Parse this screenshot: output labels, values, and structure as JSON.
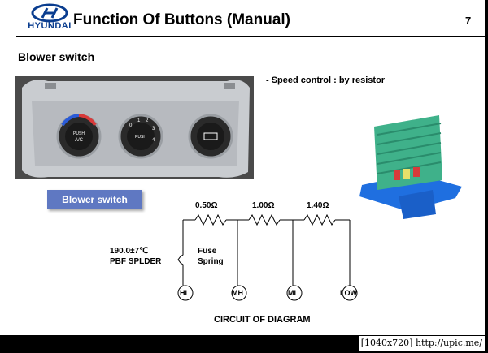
{
  "header": {
    "logo_text": "HYUNDAI",
    "title": "Function Of Buttons  (Manual)",
    "page_number": "7"
  },
  "section": {
    "title": "Blower switch"
  },
  "photo": {
    "knob_left_label": "A/C",
    "knob_left_sub": "PUSH",
    "knob_center_sub": "PUSH"
  },
  "callout": {
    "label": "Blower switch",
    "color": "#5f78c2"
  },
  "note": {
    "text": "- Speed control : by resistor"
  },
  "circuit": {
    "resistors": [
      "0.50Ω",
      "1.00Ω",
      "1.40Ω"
    ],
    "fuse_label_line1": "190.0±7℃",
    "fuse_label_line2": "PBF SPLDER",
    "fuse_side_line1": "Fuse",
    "fuse_side_line2": "Spring",
    "terminals": [
      "HI",
      "MH",
      "ML",
      "LOW"
    ],
    "caption": "CIRCUIT OF DIAGRAM"
  },
  "footer": {
    "stamp": "[1040x720] http://upic.me/"
  },
  "colors": {
    "brand": "#0a3d8f",
    "callout": "#5f78c2",
    "resistor_green": "#3fb18a",
    "resistor_blue": "#1f6fe0"
  }
}
